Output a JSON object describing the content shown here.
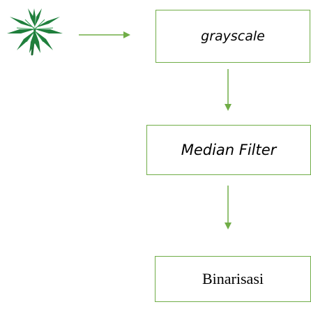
{
  "steps": {
    "step1": "grayscale",
    "step2": "Median Filter",
    "step3": "Binarisasi"
  },
  "icons": {
    "input_image": "leaf-icon"
  },
  "colors": {
    "border": "#70AD47",
    "arrow": "#70AD47",
    "leaf": "#1E7A3B"
  }
}
